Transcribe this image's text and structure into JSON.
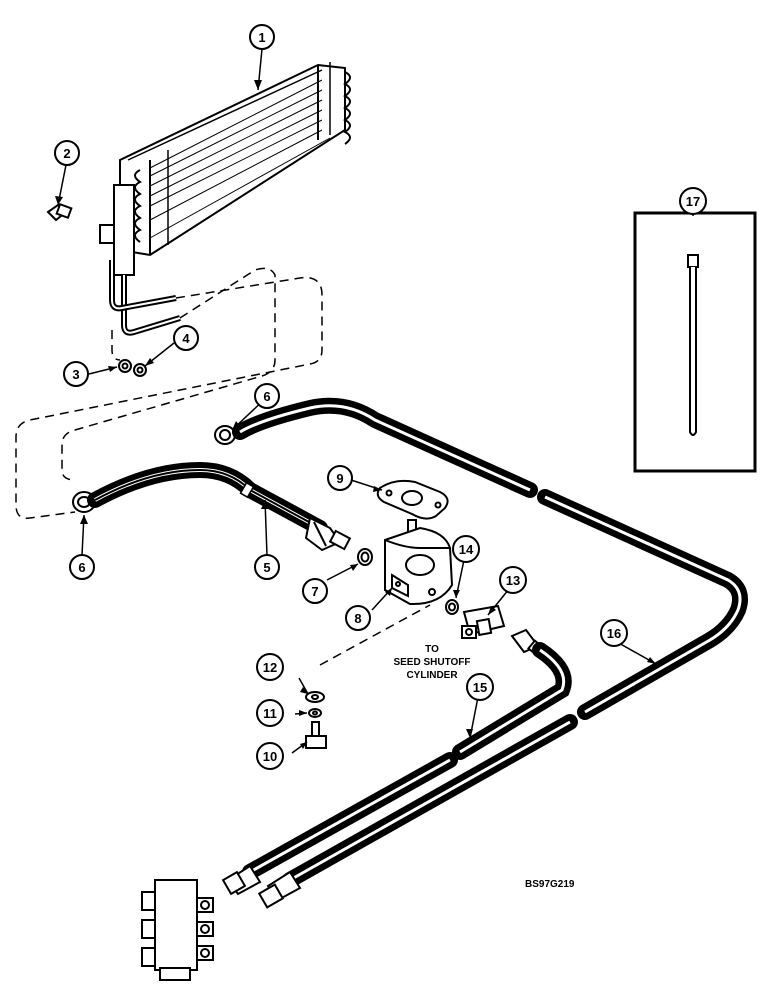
{
  "callouts": {
    "c1": "1",
    "c2": "2",
    "c3": "3",
    "c4": "4",
    "c5": "5",
    "c6a": "6",
    "c6b": "6",
    "c7": "7",
    "c8": "8",
    "c9": "9",
    "c10": "10",
    "c11": "11",
    "c12": "12",
    "c13": "13",
    "c14": "14",
    "c15": "15",
    "c16": "16",
    "c17": "17"
  },
  "note": {
    "line1": "TO",
    "line2": "SEED SHUTOFF",
    "line3": "CYLINDER"
  },
  "reference_code": "BS97G219",
  "colors": {
    "ink": "#000000",
    "paper": "#ffffff"
  }
}
